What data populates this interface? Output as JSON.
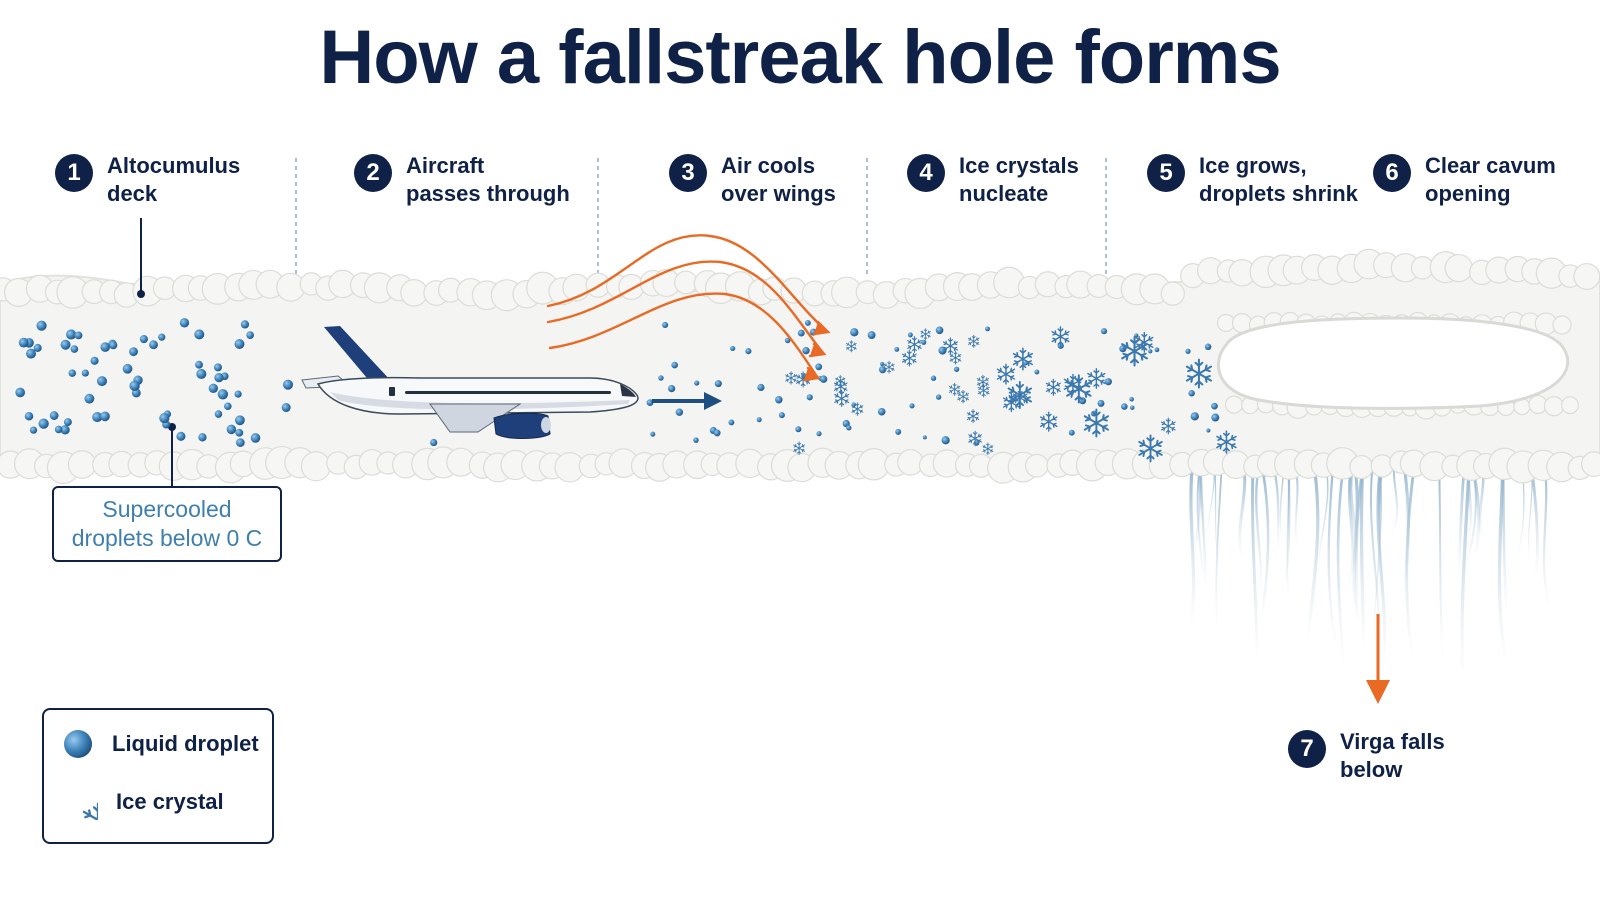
{
  "title": "How a fallstreak hole forms",
  "steps": [
    {
      "num": "1",
      "lines": [
        "Altocumulus",
        "deck"
      ]
    },
    {
      "num": "2",
      "lines": [
        "Aircraft",
        "passes through"
      ]
    },
    {
      "num": "3",
      "lines": [
        "Air cools",
        "over wings"
      ]
    },
    {
      "num": "4",
      "lines": [
        "Ice crystals",
        "nucleate"
      ]
    },
    {
      "num": "5",
      "lines": [
        "Ice grows,",
        "droplets shrink"
      ]
    },
    {
      "num": "6",
      "lines": [
        "Clear cavum",
        "opening"
      ]
    },
    {
      "num": "7",
      "lines": [
        "Virga falls",
        "below"
      ]
    }
  ],
  "callout": {
    "lines": [
      "Supercooled",
      "droplets below 0 C"
    ]
  },
  "legend": {
    "droplet_label": "Liquid droplet",
    "crystal_label": "Ice crystal"
  },
  "colors": {
    "navy": "#0f2147",
    "droplet": "#3f86bd",
    "crystal": "#3a78ad",
    "airflow": "#e86a24",
    "cloud": "#f3f3f1",
    "virga": "#9fb8cc"
  },
  "icons": [
    "aircraft-icon",
    "droplet-icon",
    "ice-crystal-icon",
    "arrow-right-icon",
    "arrow-down-icon"
  ]
}
